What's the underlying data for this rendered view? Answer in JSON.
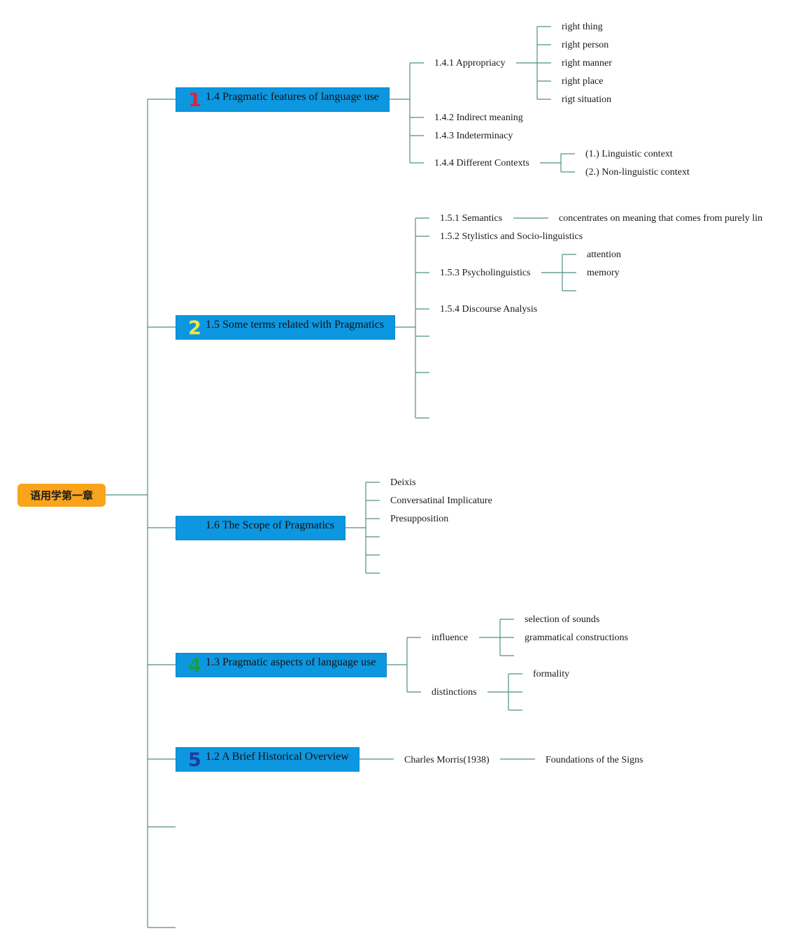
{
  "root": {
    "label": "语用学第一章"
  },
  "colors": {
    "root_bg": "#f9a41a",
    "branch_bg": "#0d97e0",
    "connector": "#4f8f84"
  },
  "branches": [
    {
      "marker": "1",
      "marker_color": "#d8263c",
      "label": "1.4 Pragmatic features of language use",
      "children": [
        {
          "label": "1.4.1 Appropriacy",
          "children": [
            "right thing",
            "right person",
            "right manner",
            "right place",
            "rigt situation"
          ]
        },
        {
          "label": "1.4.2 Indirect meaning"
        },
        {
          "label": "1.4.3 Indeterminacy"
        },
        {
          "label": "1.4.4 Different Contexts",
          "children": [
            "(1.) Linguistic context",
            "(2.) Non-linguistic context"
          ]
        }
      ]
    },
    {
      "marker": "2",
      "marker_color": "#f2e64a",
      "label": "1.5 Some terms related with Pragmatics",
      "children": [
        {
          "label": "1.5.1 Semantics",
          "children": [
            "concentrates on meaning that comes from purely lin"
          ]
        },
        {
          "label": "1.5.2 Stylistics and Socio-linguistics"
        },
        {
          "label": "1.5.3 Psycholinguistics",
          "children": [
            "attention",
            "memory"
          ]
        },
        {
          "label": "1.5.4 Discourse Analysis"
        }
      ]
    },
    {
      "marker": "",
      "marker_color": "#0d97e0",
      "label": "1.6 The Scope of Pragmatics",
      "children": [
        {
          "label": "Deixis"
        },
        {
          "label": "Conversatinal Implicature"
        },
        {
          "label": "Presupposition"
        }
      ]
    },
    {
      "marker": "4",
      "marker_color": "#1e9e3a",
      "label": "1.3 Pragmatic aspects of language use",
      "children": [
        {
          "label": "influence",
          "children": [
            "selection of sounds",
            "grammatical constructions"
          ]
        },
        {
          "label": "distinctions",
          "children": [
            "formality"
          ]
        }
      ]
    },
    {
      "marker": "5",
      "marker_color": "#1d3d9c",
      "label": "1.2 A Brief Historical Overview",
      "children": [
        {
          "label": "Charles Morris(1938)",
          "children": [
            "Foundations of the Signs"
          ]
        }
      ]
    }
  ]
}
